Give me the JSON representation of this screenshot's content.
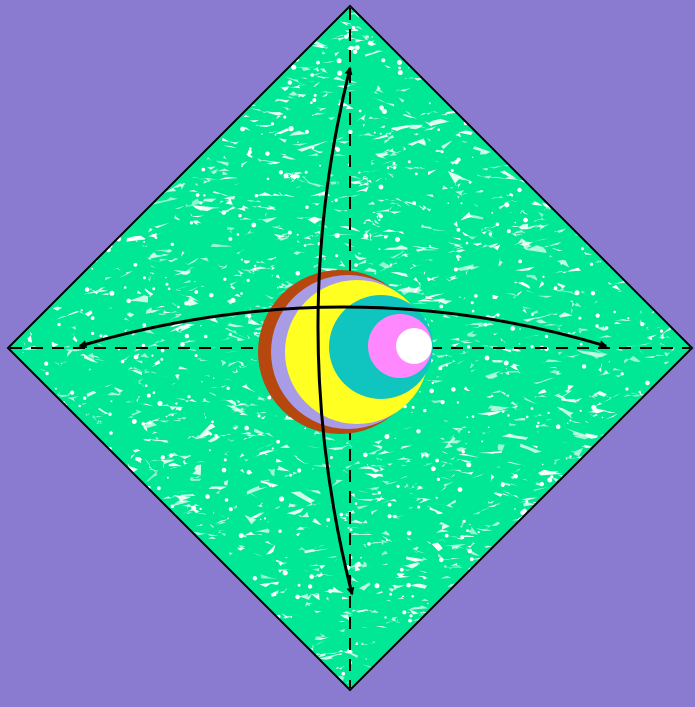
{
  "diagram": {
    "colors": {
      "background": "#8a7bd0",
      "paper": "#00e896",
      "paper_texture": "#ffffff",
      "outline": "#000000",
      "fold_line": "#000000",
      "arrow": "#000000",
      "rings": [
        "#b5470f",
        "#a99ce6",
        "#ffff22",
        "#10c4bf",
        "#ff88ff",
        "#ffffff"
      ]
    },
    "elements": {
      "paper_square": "diamond-paper",
      "fold_lines": [
        "vertical-valley-fold",
        "horizontal-valley-fold"
      ],
      "arrows": [
        "vertical-fold-arrow",
        "horizontal-fold-arrow"
      ],
      "target": "concentric-circles-marker"
    }
  }
}
